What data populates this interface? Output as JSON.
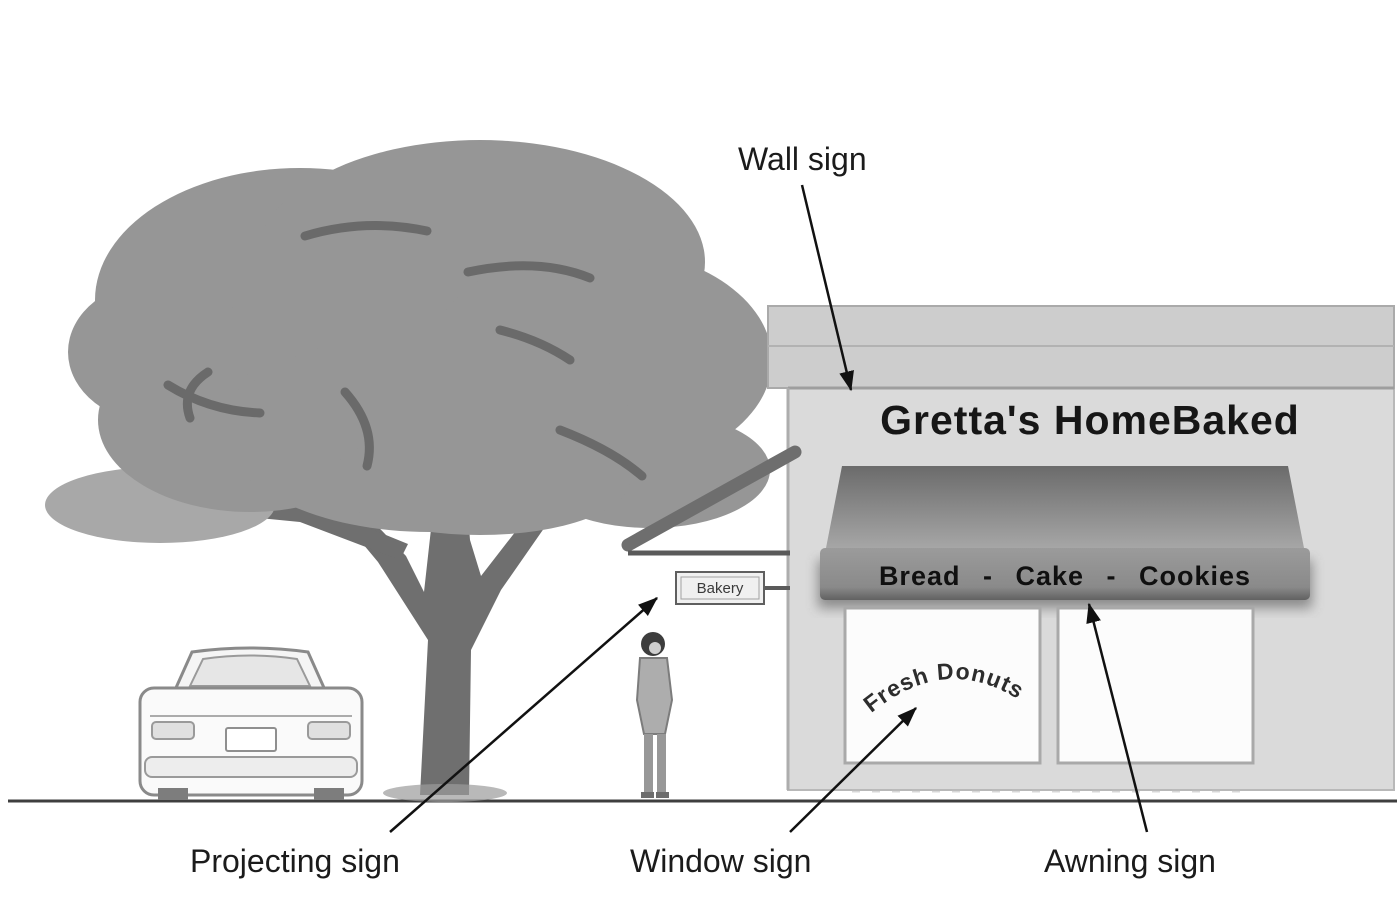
{
  "diagram": {
    "labels": {
      "wall_sign": "Wall sign",
      "projecting_sign": "Projecting sign",
      "window_sign": "Window sign",
      "awning_sign": "Awning sign"
    },
    "storefront": {
      "wall_sign_text": "Gretta's HomeBaked",
      "awning_text": "Bread - Cake - Cookies",
      "window_sign_text": "Fresh Donuts",
      "projecting_sign_text": "Bakery"
    },
    "colors": {
      "background": "#ffffff",
      "tree_canopy": "#969696",
      "tree_squiggle": "#6a6a6a",
      "tree_trunk": "#6f6f6f",
      "building_parapet": "#cdcdcd",
      "building_facade": "#dadada",
      "awning_top": "#707070",
      "awning_valance": "#8e8e8e",
      "window": "#fcfcfc",
      "annotation_line": "#1b1b1b"
    }
  }
}
